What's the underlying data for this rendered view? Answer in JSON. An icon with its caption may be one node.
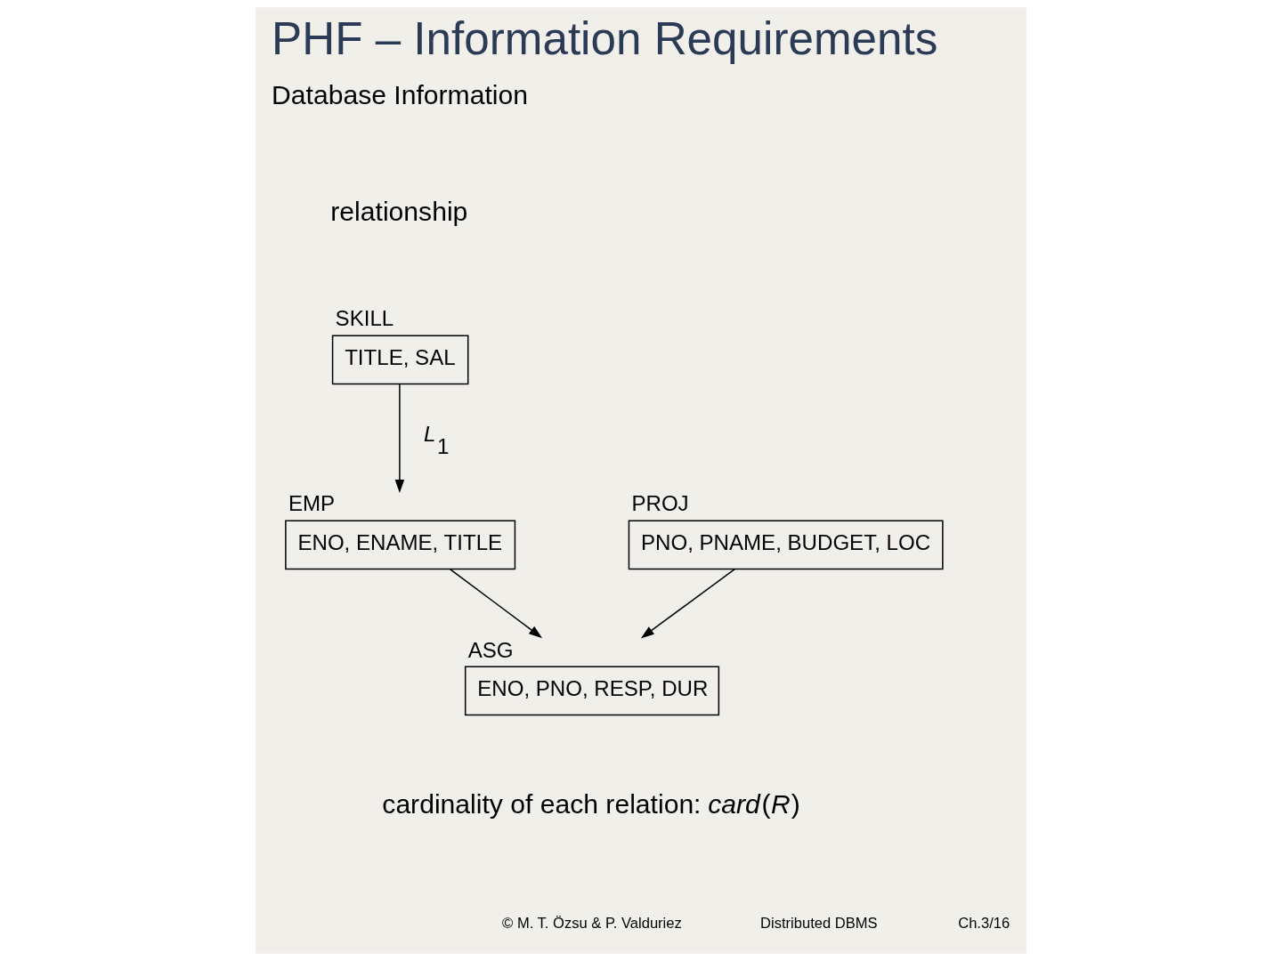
{
  "diagram": {
    "title": "PHF – Information Requirements",
    "nodes": [
      {
        "text": [
          "SKILL",
          "TITLE, SAL"
        ]
      },
      {
        "text": [
          "EMP",
          "ENO, ENAME, TITLE"
        ]
      },
      {
        "text": [
          "PROJ",
          "PNO, PNAME, BUDGET, LOC"
        ]
      },
      {
        "text": [
          "ASG",
          "ENO, PNO, RESP, DUR"
        ]
      }
    ],
    "edges": [
      {
        "from": 0,
        "to": 1,
        "arrow": "to",
        "label": "*L*$_{1}$"
      },
      {
        "from": 1,
        "to": 3,
        "arrow": "to"
      },
      {
        "from": 2,
        "to": 3,
        "arrow": "to"
      }
    ],
    "labels": [
      "Database Information",
      "relationship",
      "cardinality of each relation: *card*(*R*)",
      "Distributed DBMS",
      "© M. T. Özsu & P. Valduriez",
      "Ch.3/16"
    ]
  }
}
